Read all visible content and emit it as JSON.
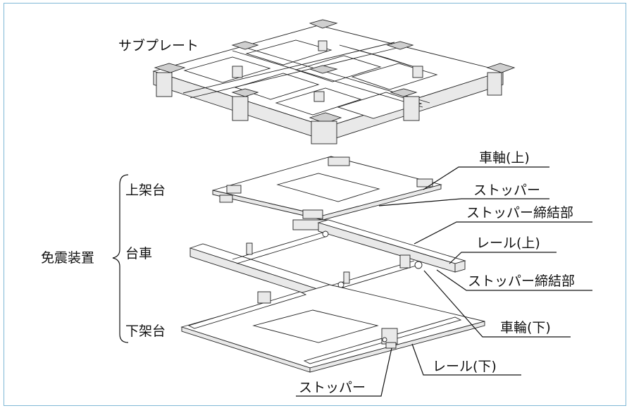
{
  "labels": {
    "sub_plate": "サブプレート",
    "upper_frame": "上架台",
    "carriage": "台車",
    "lower_frame": "下架台",
    "isolation_device": "免震装置",
    "axle_upper": "車軸(上)",
    "stopper_1": "ストッパー",
    "stopper_fastening_1": "ストッパー締結部",
    "rail_upper": "レール(上)",
    "stopper_fastening_2": "ストッパー締結部",
    "wheel_lower": "車輪(下)",
    "rail_lower": "レール(下)",
    "stopper_2": "ストッパー"
  },
  "colors": {
    "frame_border": "#7fb8d6",
    "line": "#111111",
    "shade": "#e9e9e9"
  }
}
